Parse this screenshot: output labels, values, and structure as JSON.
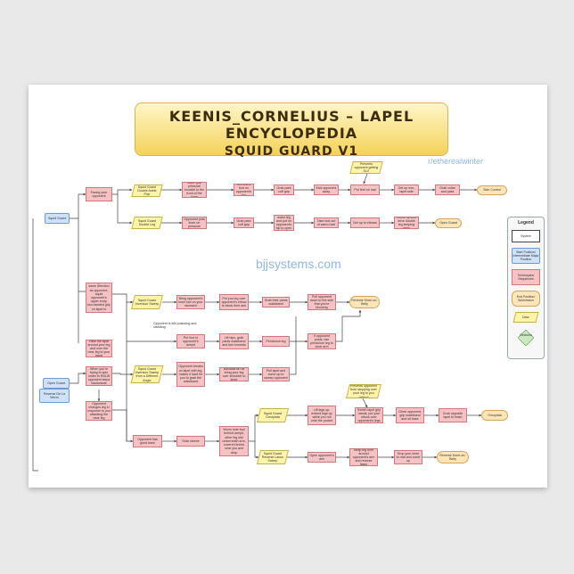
{
  "title": {
    "line1": "KEENIS_CORNELIUS – LAPEL ENCYCLOPEDIA",
    "line2": "SQUID GUARD V1"
  },
  "watermarks": {
    "reddit": "r/etherealwinter",
    "site": "bjjsystems.com"
  },
  "nodes": {
    "squid_guard": "Squid Guard",
    "open_guard": "Open Guard",
    "reverse_de_la_worm": "Reverse De La Worm",
    "facing_opponent": "Facing your opponent",
    "facing_same_direction": "Facing in the same direction as opponent, squid opponent's upper body, two-handed grip on lapel to control",
    "pass_lapel": "Pass the lapel around your leg and over the near leg to your hand",
    "when_trying_to_spin": "When you're trying to spin under to RDLW opponent steps backwards",
    "opponent_changes_leg": "Opponent changes leg in response to you attacking the near leg",
    "sg_double_ankle_pick": "Squid Guard Double Ankle Pick",
    "sg_double_leg": "Squid Guard Double Leg",
    "sg_inversion_sweep": "Squid Guard Inversion Sweep",
    "sg_inversion_sweep_angle": "Squid Guard Inversion Sweep from a Different Angle",
    "lapel_grip_pressure": "Lapel grip pressure knuckle to the front of the knee",
    "opponent_puts_knee": "Opponent puts knee on pressure",
    "bring_opponents_knee": "Bring opponent's knee low on your stomach",
    "put_foot_in_armpit": "Put foot in opponent's armpit",
    "opponent_breaks_lapel": "Opponent breaks on lapel with leg, makes it hard for you to grab the waistband",
    "opponent_good_base": "Opponent has good base",
    "grab_sleeve": "Grab sleeve",
    "non_main_foot": "Non-warm foot on opponent's hip",
    "grab_pant_grip": "Grab pant cuff grip",
    "kick_opponent_away": "Kick opponent away",
    "put_feet_on_mat": "Put feet on mat",
    "get_up_non_lapel": "Get up non-lapel side",
    "grab_collar_pass": "Grab collar and pass",
    "side_control": "Side Control",
    "grab_pant_cuff": "Grab pant cuff grip",
    "use_non_warm_leg": "Use non-warm leg and put on opponent's hip to open space",
    "take_foot_out": "Take foot out of warm hole",
    "get_up_to_elbows": "Get up to elbows",
    "come_up_double_leg": "Come up and drive double leg keeping grips",
    "open_guard_end": "Open Guard",
    "put_leg_over_arm": "Put you leg over opponent's elbow to block their arm",
    "grab_pant_waistband": "Grab their pants waistband",
    "pull_opponent_down": "Pull opponent down to the side that you're blocking",
    "reverse_knee_belly": "Reverse Knee-on-Belly",
    "lift_hips_grab": "Lift hips, grab pants waistband and turn inwards",
    "pendulum_leg": "Pendulum leg",
    "if_opponent_posts": "If opponent posts, use pendulum leg to clear arm",
    "backwards_roll": "Backwards roll bring your leg over shoulder to knee",
    "pull_lapel_sweep": "Pull lapel and come up to sweep opponent",
    "worm_hole_foot": "Worm hole foot behind armpit, other leg slid underneath arm, covered knees near you and drop",
    "sg_omoplata": "Squid Guard Omoplata",
    "sg_reverse_lasso": "Squid Guard Reverse Lasso Sweep",
    "lift_legs_extend": "Lift legs up, extend legs up while you roll onto the pocket",
    "switch_lapel_grip": "Switch lapel grip hands, put your elbow over opponent's legs",
    "climb_opponent": "Climb opponent, grip waistband and sit base",
    "grab_opposite_lapel": "Grab opposite lapel to finish",
    "omoplata": "Omoplata",
    "open_opponents_arm": "Open opponent's arm",
    "wrap_leg_over": "Wrap leg over around opponent's arm and reverse lasso",
    "drop_knee_to_mat": "Drop your knee to mat and come up",
    "reverse_knee_belly_2": "Reverse Knee-on-Belly",
    "prevents_grip_slx": "Prevents opponent getting SLX",
    "prevents_stepping_over": "Prevents opponent from stepping over your leg to you defend",
    "opponent_still_posturing": "Opponent is still posturing and standing"
  },
  "legend": {
    "title": "Legend",
    "system": "System",
    "start_position": "Start Position/ Intermediate Major Position",
    "techniques": "Techniques/ Sequences",
    "end_position": "End Position/ Submission",
    "data": "Data",
    "decision": "Decision"
  },
  "colors": {
    "technique": "#f6c2c4",
    "start_position": "#cfe2fa",
    "end_position": "#ffe5b8",
    "data": "#fff4a8",
    "decision": "#cde8c0",
    "title_banner": "#f4d25a"
  }
}
